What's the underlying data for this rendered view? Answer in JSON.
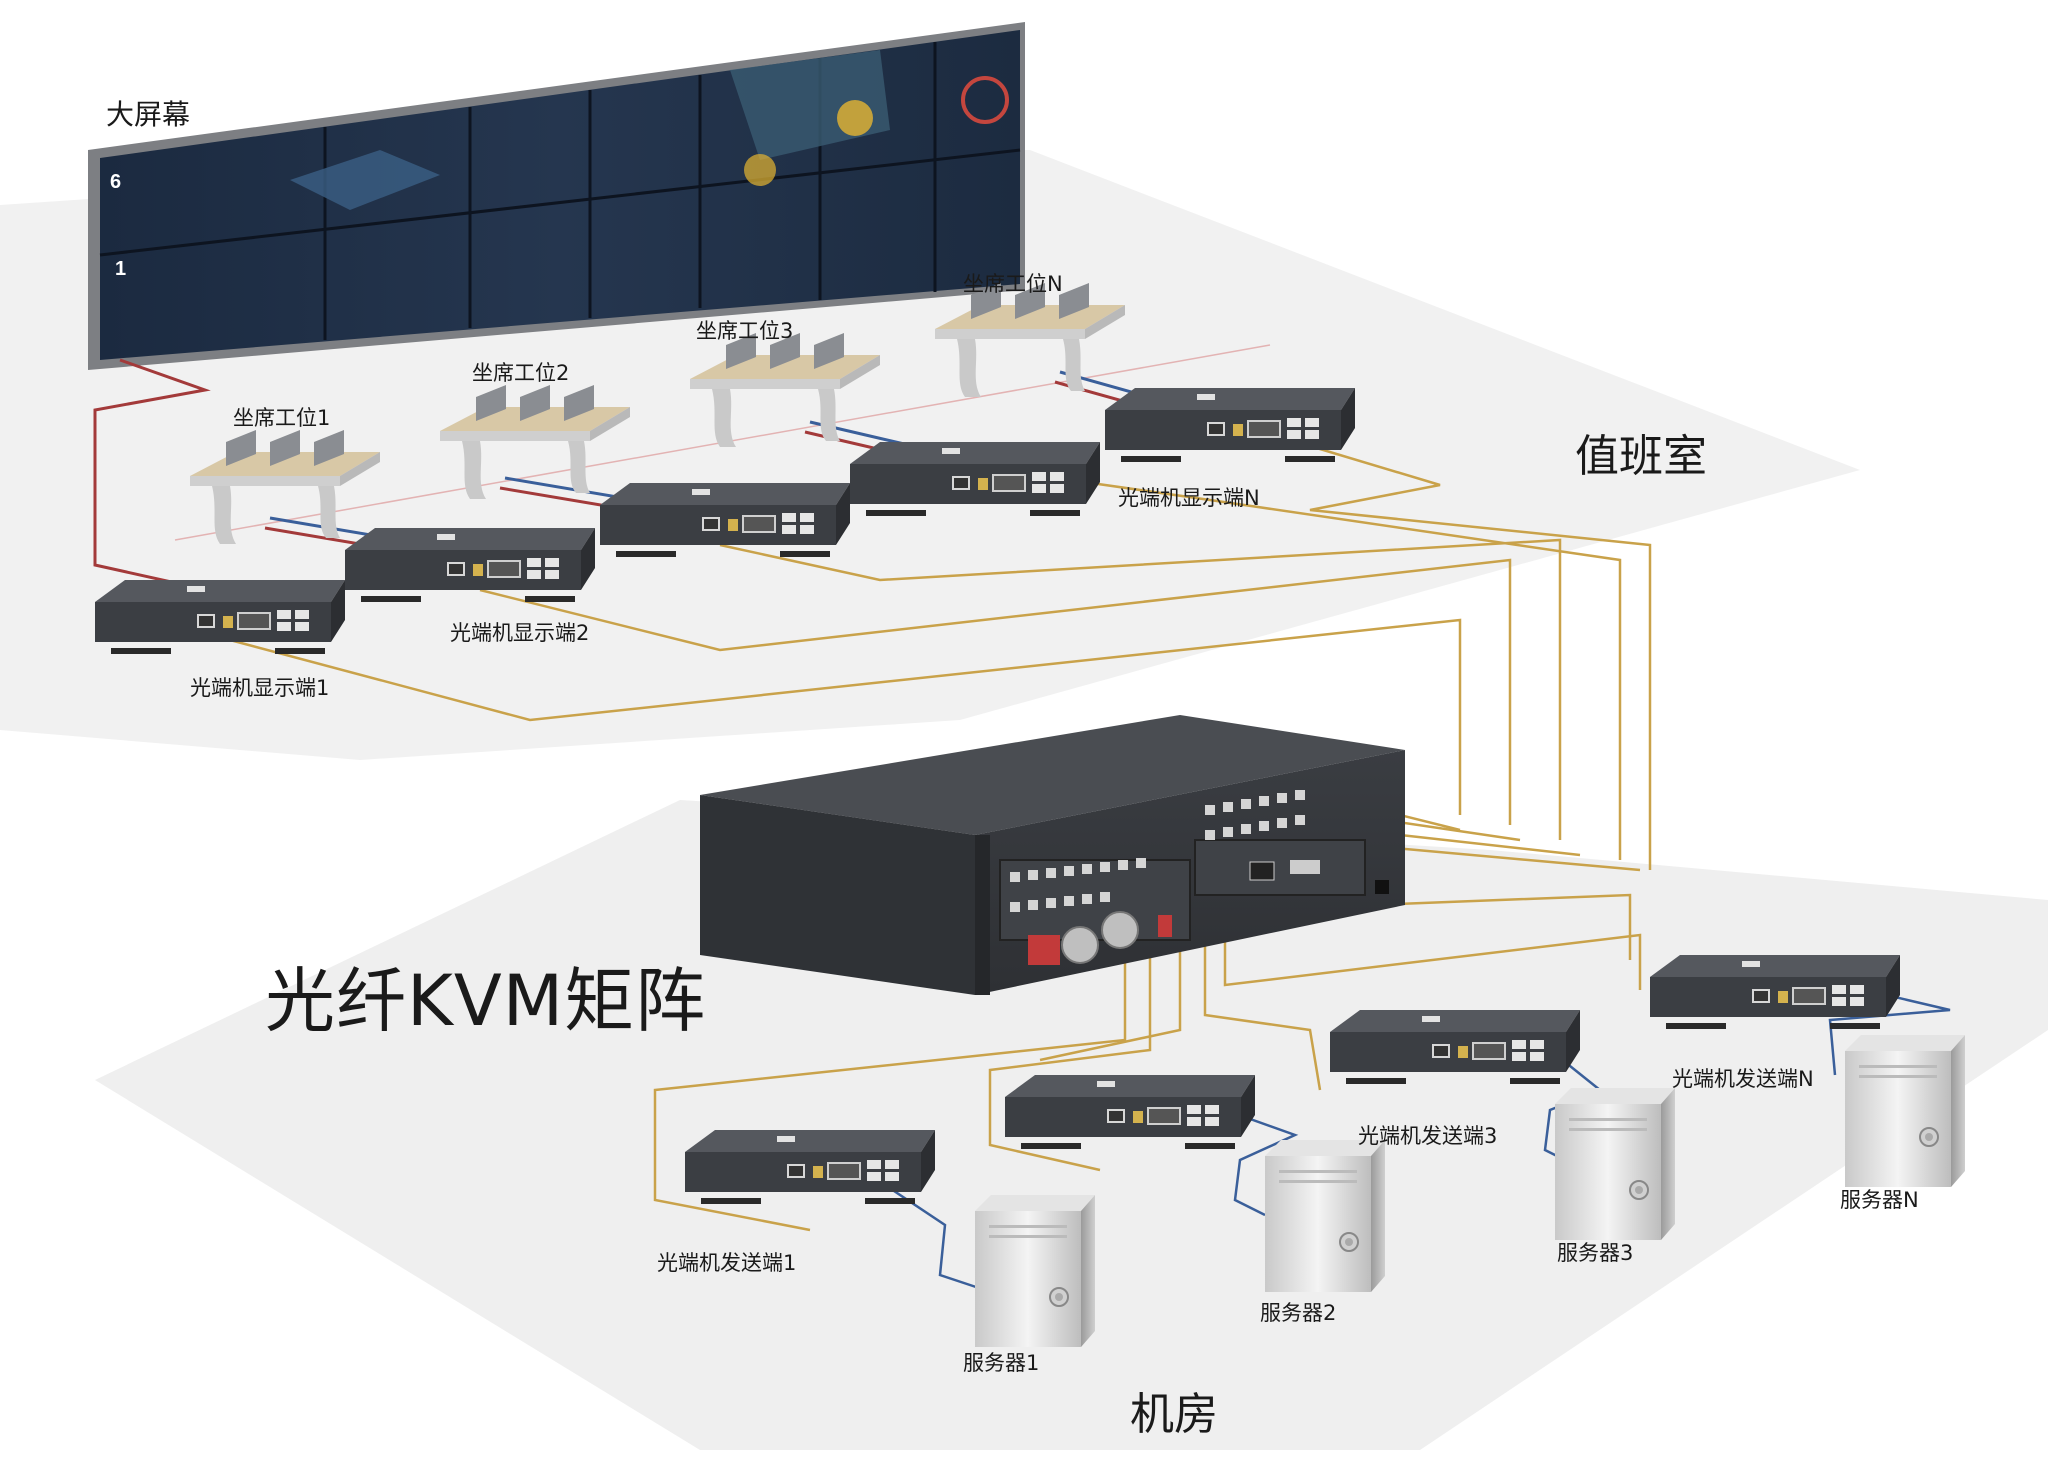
{
  "labels": {
    "video_wall": "大屏幕",
    "duty_room": "值班室",
    "machine_room": "机房",
    "kvm_matrix": "光纤KVM矩阵"
  },
  "seats": [
    {
      "label": "坐席工位1"
    },
    {
      "label": "坐席工位2"
    },
    {
      "label": "坐席工位3"
    },
    {
      "label": "坐席工位N"
    }
  ],
  "receivers": [
    {
      "label": "光端机显示端1"
    },
    {
      "label": "光端机显示端2"
    },
    {
      "label": "光端机显示端N"
    }
  ],
  "transmitters": [
    {
      "label": "光端机发送端1"
    },
    {
      "label": "光端机发送端3"
    },
    {
      "label": "光端机发送端N"
    }
  ],
  "servers": [
    {
      "label": "服务器1"
    },
    {
      "label": "服务器2"
    },
    {
      "label": "服务器3"
    },
    {
      "label": "服务器N"
    }
  ],
  "wall_screen_numbers": [
    "6",
    "1"
  ],
  "colors": {
    "fiber": "#c9a24a",
    "video_cable": "#a33a3a",
    "kvm_cable": "#3a5f9a",
    "device_body": "#3c3f44",
    "floor": "#f1f1f1"
  }
}
